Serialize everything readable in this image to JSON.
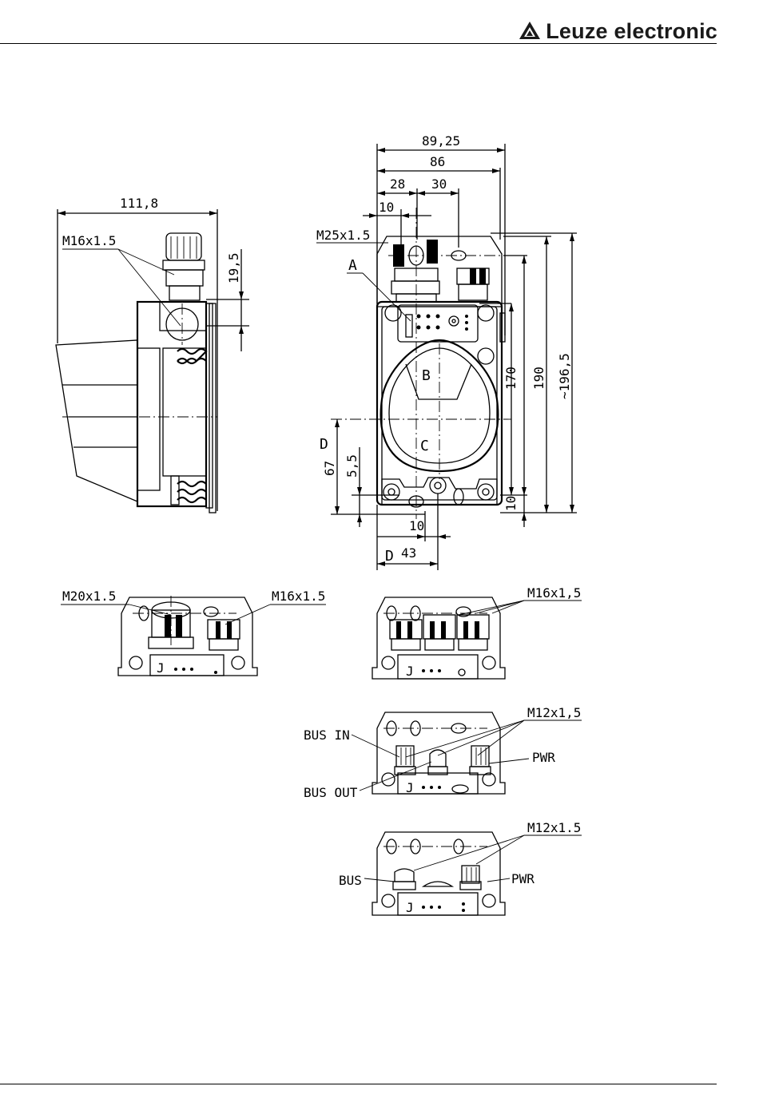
{
  "header": {
    "brand": "Leuze electronic"
  },
  "side_view": {
    "dim_width": "111,8",
    "dim_height": "19,5",
    "thread": "M16x1.5"
  },
  "front_view": {
    "dim_89": "89,25",
    "dim_86": "86",
    "dim_28": "28",
    "dim_30": "30",
    "dim_10_top": "10",
    "thread": "M25x1.5",
    "label_a": "A",
    "label_b": "B",
    "label_c": "C",
    "label_d_left": "D",
    "dim_67": "67",
    "dim_55": "5,5",
    "dim_10_bottom": "10",
    "label_d_bottom": "D",
    "dim_43": "43",
    "dim_170": "170",
    "dim_190": "190",
    "dim_1965": "~196,5",
    "dim_10_right": "10"
  },
  "view_m20": {
    "thread_left": "M20x1.5",
    "thread_right": "M16x1.5"
  },
  "view_m16": {
    "thread": "M16x1,5"
  },
  "view_m12_bus": {
    "thread": "M12x1,5",
    "bus_in": "BUS IN",
    "bus_out": "BUS OUT",
    "pwr": "PWR"
  },
  "view_m12_single": {
    "thread": "M12x1.5",
    "bus": "BUS",
    "pwr": "PWR"
  }
}
